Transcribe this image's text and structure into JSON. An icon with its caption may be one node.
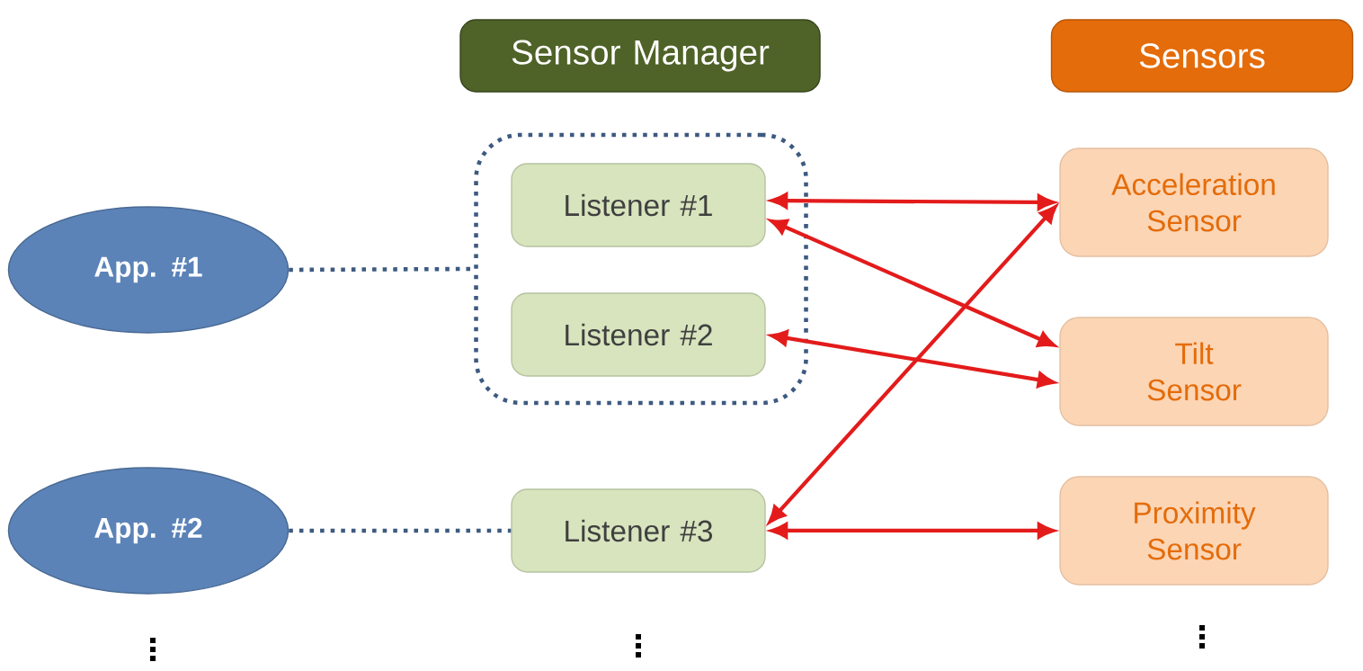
{
  "diagram": {
    "nodes": [
      {
        "text": [
          "Sensor Manager"
        ]
      },
      {
        "text": [
          "Sensors"
        ]
      },
      {
        "text": [],
        "shape": "box"
      },
      {
        "text": [
          "Listener #1"
        ],
        "in": 2
      },
      {
        "text": [
          "Listener #2"
        ],
        "in": 2
      },
      {
        "text": [
          "Listener #3"
        ]
      },
      {
        "text": [
          "App. #1"
        ]
      },
      {
        "text": [
          "App. #2"
        ]
      },
      {
        "text": [
          "Acceleration Sensor"
        ]
      },
      {
        "text": [
          "Tilt Sensor"
        ]
      },
      {
        "text": [
          "Proximity Sensor"
        ]
      }
    ],
    "edges": [
      {
        "from": 6,
        "to": 2,
        "arrow": "none",
        "style": "dashed",
        "color": "#3d5a80"
      },
      {
        "from": 7,
        "to": 5,
        "arrow": "none",
        "style": "dashed",
        "color": "#3d5a80"
      },
      {
        "from": 3,
        "to": 8,
        "arrow": "both"
      },
      {
        "from": 3,
        "to": 9,
        "arrow": "both"
      },
      {
        "from": 4,
        "to": 9,
        "arrow": "both"
      },
      {
        "from": 5,
        "to": 8,
        "arrow": "both"
      },
      {
        "from": 5,
        "to": 10,
        "arrow": "both"
      }
    ]
  }
}
